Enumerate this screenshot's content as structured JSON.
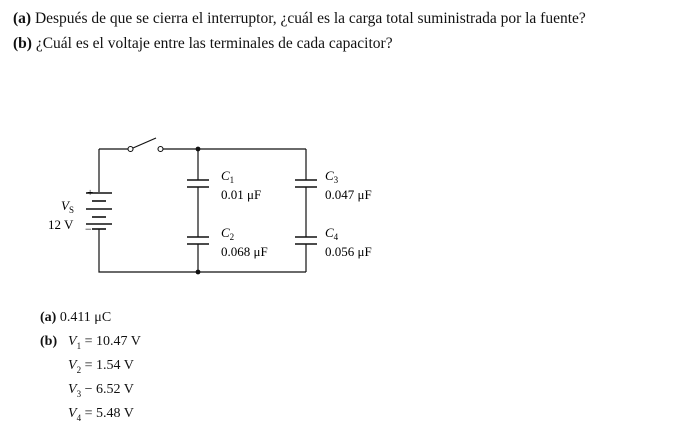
{
  "questions": {
    "a_label": "(a)",
    "a_text": "Después de que se cierra el interruptor, ¿cuál es la carga total suministrada por la fuente?",
    "b_label": "(b)",
    "b_text": "¿Cuál es el voltaje entre las terminales de cada capacitor?"
  },
  "circuit": {
    "source_label": "V",
    "source_sub": "S",
    "source_value": "12 V",
    "plus": "+",
    "minus": "−",
    "capacitors": [
      {
        "name": "C",
        "sub": "1",
        "value": "0.01 μF"
      },
      {
        "name": "C",
        "sub": "2",
        "value": "0.068 μF"
      },
      {
        "name": "C",
        "sub": "3",
        "value": "0.047 μF"
      },
      {
        "name": "C",
        "sub": "4",
        "value": "0.056 μF"
      }
    ]
  },
  "answers": {
    "a_label": "(a)",
    "a_value": "0.411 μC",
    "b_label": "(b)",
    "voltages": [
      {
        "name": "V",
        "sub": "1",
        "op": "=",
        "value": "10.47 V"
      },
      {
        "name": "V",
        "sub": "2",
        "op": "=",
        "value": "1.54 V"
      },
      {
        "name": "V",
        "sub": "3",
        "op": "−",
        "value": "6.52 V"
      },
      {
        "name": "V",
        "sub": "4",
        "op": "=",
        "value": "5.48 V"
      }
    ]
  }
}
